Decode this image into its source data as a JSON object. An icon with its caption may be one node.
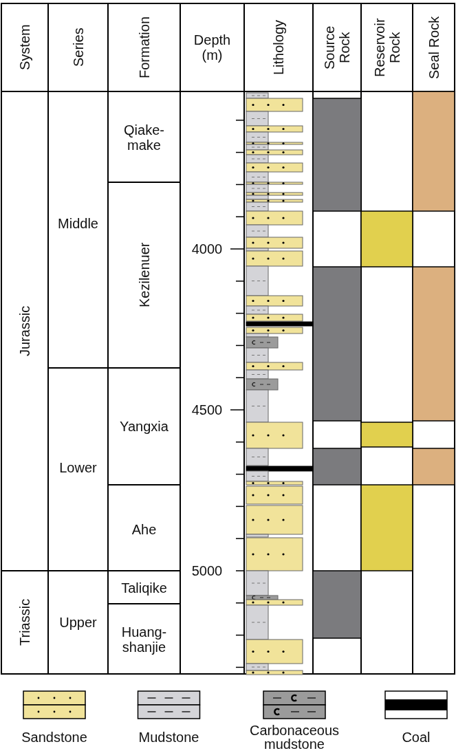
{
  "diagram": {
    "labels": [
      "System",
      "Series",
      "Formation",
      "Depth (m)",
      "Lithology",
      "Source Rock",
      "Reservoir Rock",
      "Seal Rock",
      "Jurassic",
      "Middle",
      "Qiake-make",
      "Kezilenuer",
      "4000",
      "4500",
      "Yangxia",
      "Lower",
      "Ahe",
      "5000",
      "Triassic",
      "Taliqike",
      "Upper",
      "Huang-shanjie"
    ],
    "legend": [
      {
        "text": "Sandstone",
        "color": "#f1e39a"
      },
      {
        "text": "Mudstone",
        "color": "#d4d4d8"
      },
      {
        "text": "Carbonaceous mudstone",
        "color": "#9b9b9b"
      },
      {
        "text": "Coal",
        "color": "#000000"
      }
    ]
  }
}
